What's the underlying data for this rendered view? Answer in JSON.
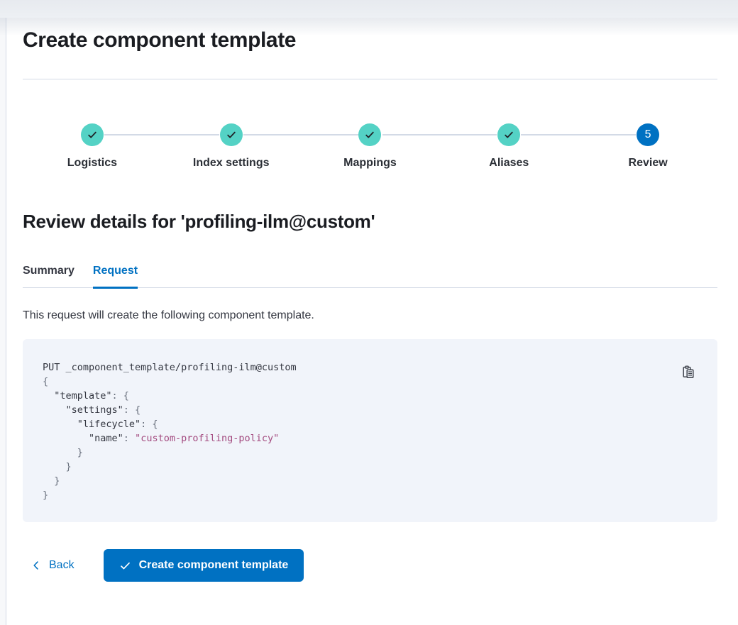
{
  "page": {
    "title": "Create component template"
  },
  "stepper": {
    "steps": [
      {
        "label": "Logistics",
        "status": "complete"
      },
      {
        "label": "Index settings",
        "status": "complete"
      },
      {
        "label": "Mappings",
        "status": "complete"
      },
      {
        "label": "Aliases",
        "status": "complete"
      },
      {
        "label": "Review",
        "status": "current",
        "number": "5"
      }
    ]
  },
  "review": {
    "heading": "Review details for 'profiling-ilm@custom'",
    "tabs": [
      {
        "label": "Summary",
        "active": false
      },
      {
        "label": "Request",
        "active": true
      }
    ],
    "description": "This request will create the following component template."
  },
  "code": {
    "copy_icon": "copy-clipboard-icon",
    "lines": [
      [
        {
          "c": "plain",
          "t": "PUT _component_template/profiling-ilm@custom"
        }
      ],
      [
        {
          "c": "punct",
          "t": "{"
        }
      ],
      [
        {
          "c": "key",
          "t": "  \"template\""
        },
        {
          "c": "punct",
          "t": ": {"
        }
      ],
      [
        {
          "c": "key",
          "t": "    \"settings\""
        },
        {
          "c": "punct",
          "t": ": {"
        }
      ],
      [
        {
          "c": "key",
          "t": "      \"lifecycle\""
        },
        {
          "c": "punct",
          "t": ": {"
        }
      ],
      [
        {
          "c": "key",
          "t": "        \"name\""
        },
        {
          "c": "punct",
          "t": ": "
        },
        {
          "c": "string",
          "t": "\"custom-profiling-policy\""
        }
      ],
      [
        {
          "c": "punct",
          "t": "      }"
        }
      ],
      [
        {
          "c": "punct",
          "t": "    }"
        }
      ],
      [
        {
          "c": "punct",
          "t": "  }"
        }
      ],
      [
        {
          "c": "punct",
          "t": "}"
        }
      ]
    ]
  },
  "footer": {
    "back_label": "Back",
    "create_label": "Create component template"
  },
  "colors": {
    "primary_blue": "#0071c2",
    "step_complete_teal": "#54d2c5",
    "text_dark": "#343741",
    "heading_black": "#1a1c21",
    "border_gray": "#d3dae6",
    "code_background": "#f1f4fa",
    "code_string_pink": "#a34a7f",
    "code_punct_gray": "#69707d"
  }
}
